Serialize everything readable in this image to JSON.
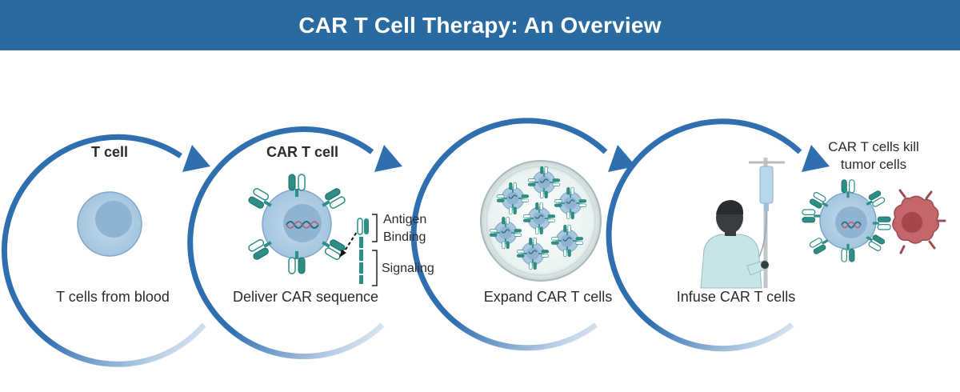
{
  "header": {
    "title": "CAR T Cell Therapy: An Overview"
  },
  "colors": {
    "header_bg": "#296aa1",
    "arrow": "#2f6fb0",
    "cell": "#a9c8e0",
    "nucleus": "#8fb4d2",
    "receptor": "#2b8f86",
    "tumor": "#b75c62"
  },
  "steps": [
    {
      "heading": "T cell",
      "caption": "T cells from blood",
      "icon": "t-cell"
    },
    {
      "heading": "CAR T cell",
      "caption": "Deliver CAR sequence",
      "icon": "car-t-cell",
      "receptor_labels": {
        "antigen_binding_line1": "Antigen",
        "antigen_binding_line2": "Binding",
        "signaling": "Signaling"
      }
    },
    {
      "heading": "",
      "caption": "Expand CAR T cells",
      "icon": "petri-dish"
    },
    {
      "heading": "CAR T cells kill tumor cells",
      "heading_line1": "CAR T cells kill",
      "heading_line2": "tumor cells",
      "caption": "Infuse CAR T cells",
      "icon": "patient-iv"
    }
  ]
}
